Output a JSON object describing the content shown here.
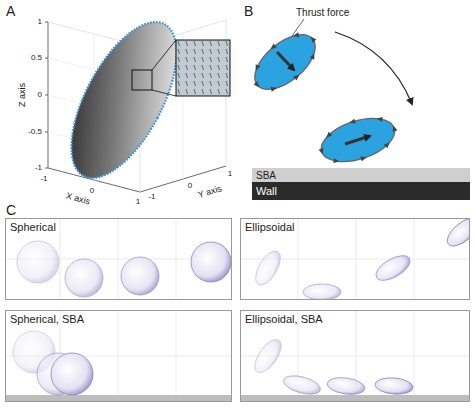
{
  "diagram": {
    "nodes": [
      {
        "text": [
          "SBA"
        ]
      },
      {
        "text": [
          "Wall"
        ]
      },
      {
        "text": [
          "Spherical"
        ]
      },
      {
        "text": [
          "Ellipsoidal"
        ]
      },
      {
        "text": [
          "Spherical, SBA"
        ]
      },
      {
        "text": [
          "Ellipsoidal, SBA"
        ]
      }
    ],
    "labels": [
      "A",
      "Z axis",
      "1",
      "0.5",
      "0",
      "-0.5",
      "-1",
      "X axis",
      "-1",
      "0",
      "1",
      "Y axis",
      "-1",
      "0",
      "1",
      "B",
      "Thrust force",
      "C"
    ]
  }
}
